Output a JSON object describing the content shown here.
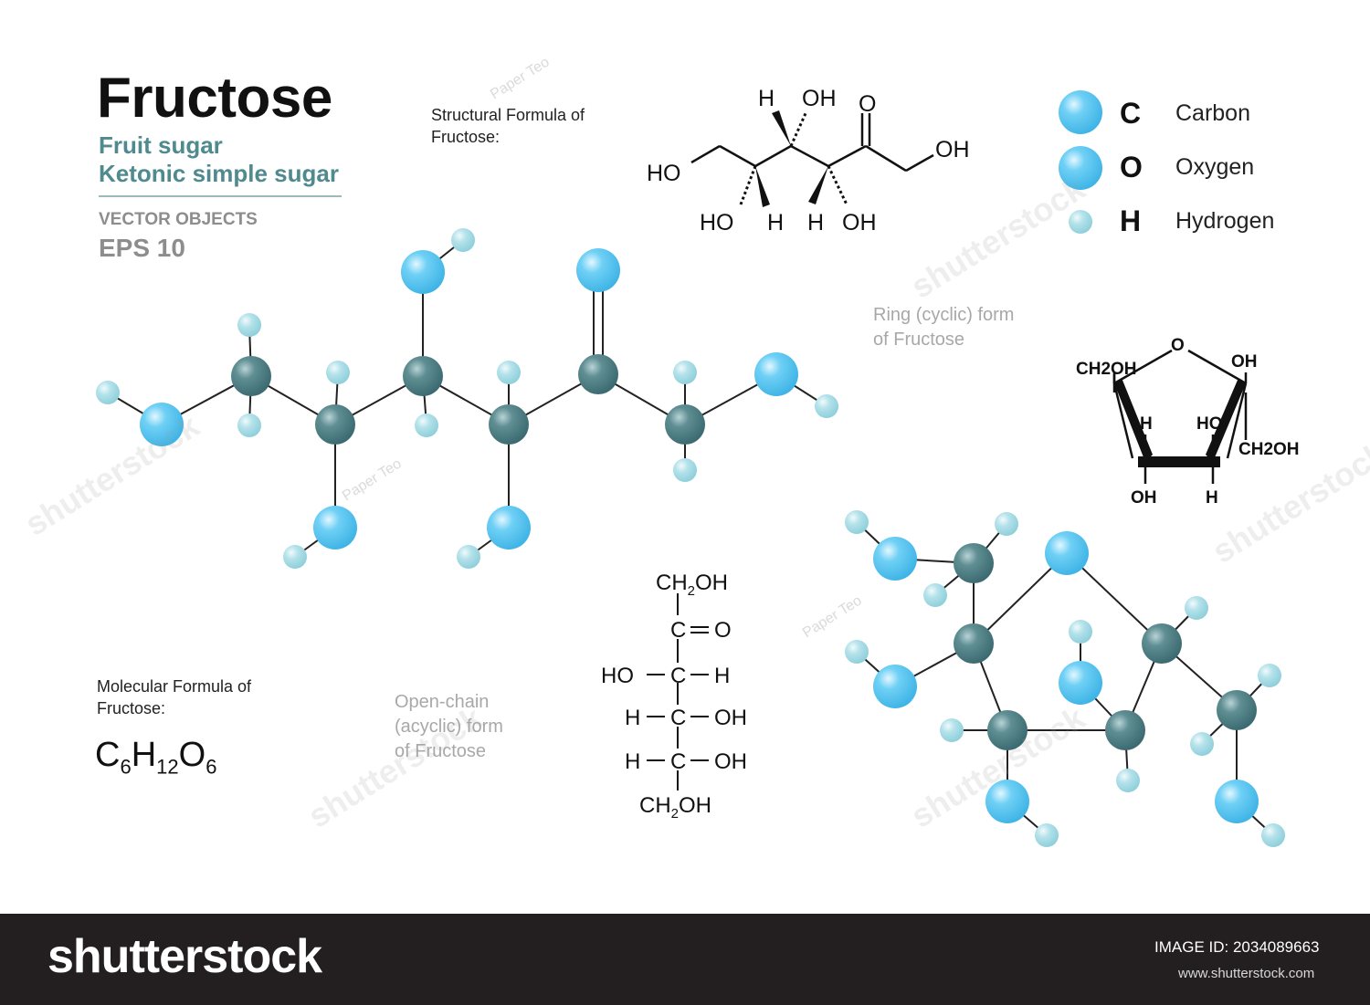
{
  "title": "Fructose",
  "subtitle_1": "Fruit sugar",
  "subtitle_2": "Ketonic simple sugar",
  "vector_note": "VECTOR OBJECTS",
  "eps_note": "EPS 10",
  "structural_label": "Structural  Formula of Fructose:",
  "molecular_label": "Molecular Formula of Fructose:",
  "molecular_formula": {
    "C": "C",
    "c_count": "6",
    "H": "H",
    "h_count": "12",
    "O": "O",
    "o_count": "6"
  },
  "ring_label": "Ring (cyclic) form of Fructose",
  "open_label": "Open-chain (acyclic) form of Fructose",
  "legend": [
    {
      "symbol": "C",
      "name": "Carbon",
      "color": "#4a7a80"
    },
    {
      "symbol": "O",
      "name": "Oxygen",
      "color": "#5cc8f2"
    },
    {
      "symbol": "H",
      "name": "Hydrogen",
      "color": "#a9dfe9"
    }
  ],
  "skeletal_labels": [
    "H",
    "OH",
    "O",
    "OH",
    "HO",
    "HO",
    "H",
    "H",
    "OH"
  ],
  "haworth_labels": [
    "O",
    "CH2OH",
    "OH",
    "H",
    "HO",
    "CH2OH",
    "OH",
    "H"
  ],
  "fischer_rows": [
    {
      "left": "",
      "center": "CH2OH",
      "right": ""
    },
    {
      "left": "",
      "center": "C",
      "right": "O"
    },
    {
      "left": "HO",
      "center": "C",
      "right": "H"
    },
    {
      "left": "H",
      "center": "C",
      "right": "OH"
    },
    {
      "left": "H",
      "center": "C",
      "right": "OH"
    },
    {
      "left": "",
      "center": "CH2OH",
      "right": ""
    }
  ],
  "watermarks": [
    "shutterstock",
    "Paper Teo"
  ],
  "footer": {
    "brand": "shutterstock",
    "image_id": "IMAGE ID: 2034089663",
    "site": "www.shutterstock.com"
  }
}
